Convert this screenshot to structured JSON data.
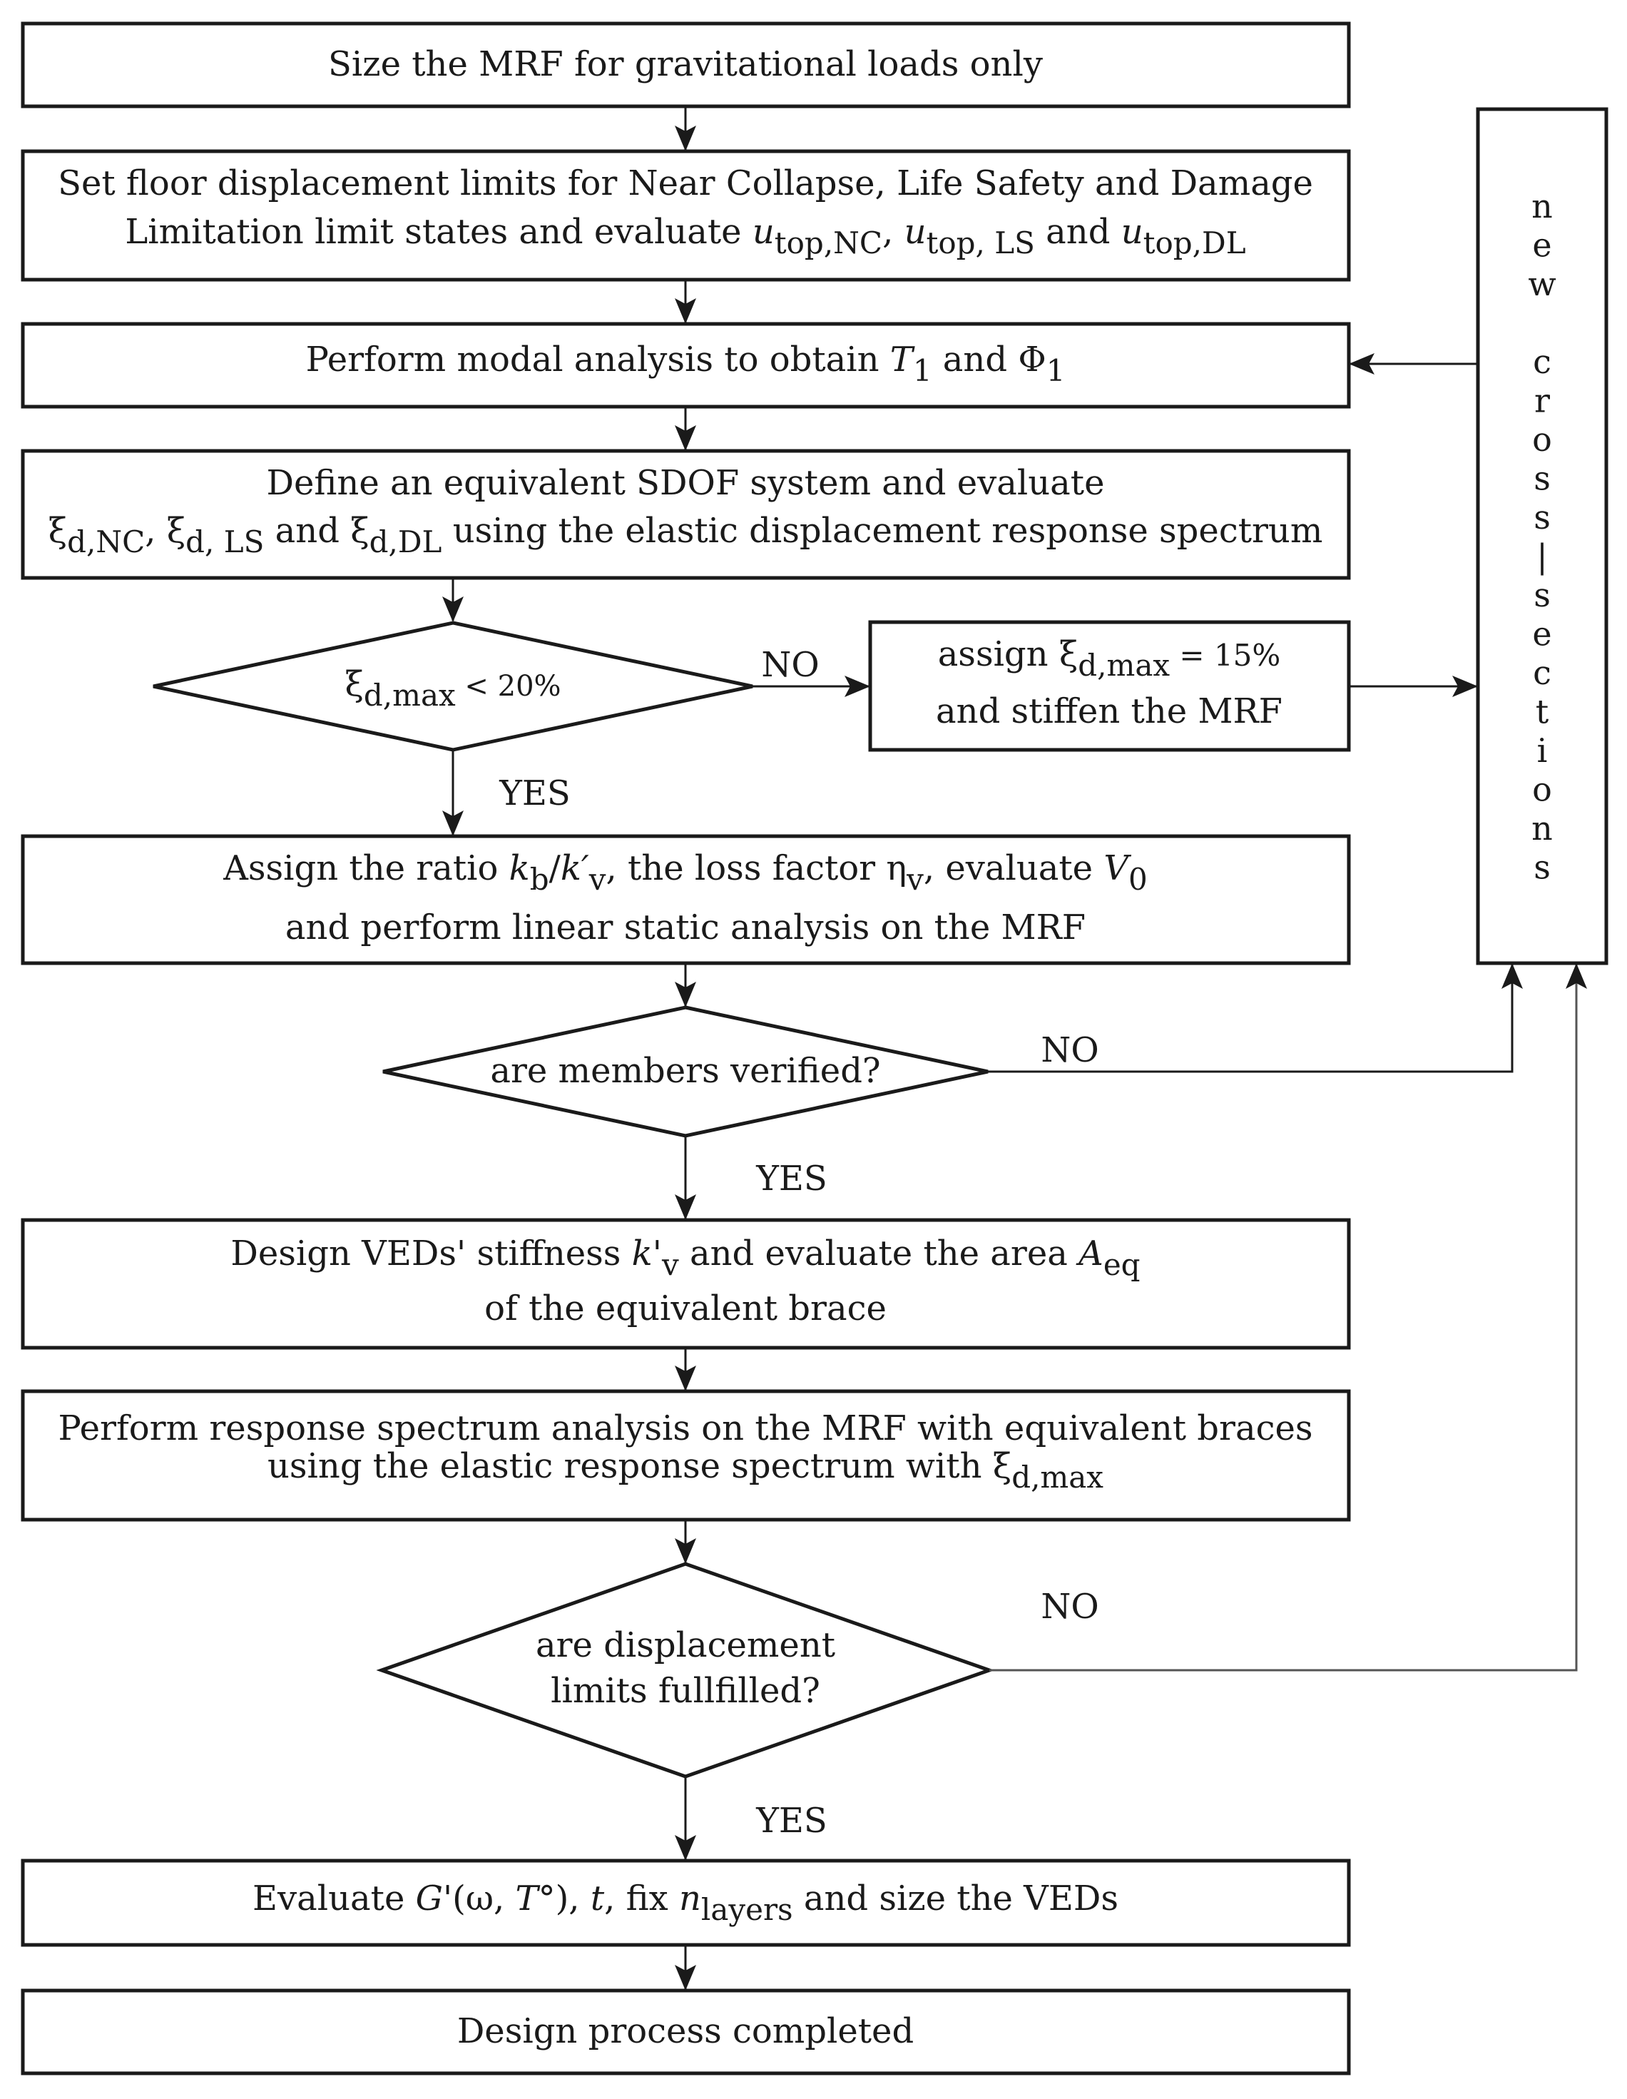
{
  "steps": {
    "s1": "Size the MRF for gravitational loads only",
    "s2_line1": "Set floor displacement limits for Near Collapse, Life Safety and Damage",
    "s2_line2_pre": "Limitation limit states and evaluate ",
    "s2_u": "u",
    "s2_sub1": "top,NC",
    "s2_sep1": ", ",
    "s2_sub2": "top, LS",
    "s2_and": " and ",
    "s2_sub3": "top,DL",
    "s3_pre": "Perform modal analysis to obtain ",
    "s3_T": "T",
    "s3_T_sub": "1",
    "s3_and": " and ",
    "s3_phi": "Φ",
    "s3_phi_sub": "1",
    "s4_line1": "Define an equivalent SDOF system and evaluate",
    "s4_xi": "ξ",
    "s4_sub1": "d,NC",
    "s4_sep": ", ",
    "s4_sub2": "d, LS",
    "s4_and": " and ",
    "s4_sub3": "d,DL",
    "s4_post": " using the elastic displacement response spectrum",
    "d1_xi": "ξ",
    "d1_sub": "d,max",
    "d1_post": " < 20%",
    "b5_pre": "assign ",
    "b5_xi": "ξ",
    "b5_sub": "d,max",
    "b5_post": " = 15%",
    "b5_line2": "and stiffen the MRF",
    "s6_pre": "Assign the ratio ",
    "s6_kb": "k",
    "s6_kb_sub": "b",
    "s6_slash": "/",
    "s6_kv": "k′",
    "s6_kv_sub": "v",
    "s6_mid": ", the loss factor ",
    "s6_eta": "η",
    "s6_eta_sub": "v",
    "s6_mid2": ", evaluate ",
    "s6_V": "V",
    "s6_V_sub": "0",
    "s6_line2": "and perform linear static analysis on the MRF",
    "d2": "are members verified?",
    "s7_pre": "Design VEDs' stiffness ",
    "s7_k": "k'",
    "s7_k_sub": "v",
    "s7_mid": " and evaluate the area ",
    "s7_A": "A",
    "s7_A_sub": "eq",
    "s7_line2": "of the equivalent brace",
    "s8_line1": "Perform response spectrum analysis on the MRF with equivalent braces",
    "s8_line2_pre": "using the elastic response spectrum with ",
    "s8_xi": "ξ",
    "s8_sub": "d,max",
    "d3_line1": "are displacement",
    "d3_line2": "limits fullfilled?",
    "s9_pre": "Evaluate ",
    "s9_G": "G'",
    "s9_args_open": "(ω, ",
    "s9_T": "T",
    "s9_deg": "°), ",
    "s9_t": "t",
    "s9_mid": ", fix ",
    "s9_n": "n",
    "s9_n_sub": "layers",
    "s9_post": " and size the VEDs",
    "s10": "Design process completed"
  },
  "labels": {
    "no1": "NO",
    "yes1": "YES",
    "no2": "NO",
    "yes2": "YES",
    "no3": "NO",
    "yes3": "YES"
  },
  "side_box": {
    "letters": [
      "n",
      "e",
      "w",
      "",
      "c",
      "r",
      "o",
      "s",
      "s",
      "|",
      "s",
      "e",
      "c",
      "t",
      "i",
      "o",
      "n",
      "s"
    ]
  }
}
